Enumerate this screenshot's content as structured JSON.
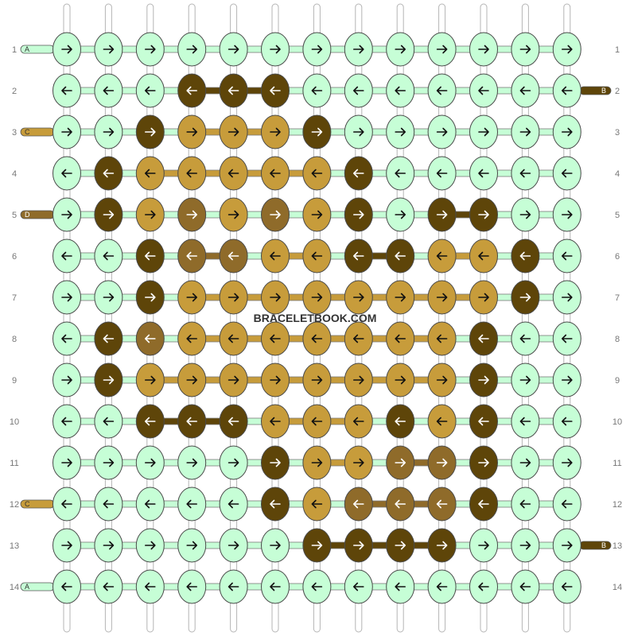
{
  "watermark": "BRACELETBOOK.COM",
  "colors": {
    "A": "#c6fed6",
    "B": "#5e4509",
    "C": "#c79c3b",
    "D": "#8f6b2a"
  },
  "row_labels": [
    "1",
    "2",
    "3",
    "4",
    "5",
    "6",
    "7",
    "8",
    "9",
    "10",
    "11",
    "12",
    "13",
    "14"
  ],
  "strand_ends": [
    {
      "side": "left",
      "row": 1,
      "letter": "A",
      "color": "A"
    },
    {
      "side": "right",
      "row": 2,
      "letter": "B",
      "color": "B"
    },
    {
      "side": "left",
      "row": 3,
      "letter": "C",
      "color": "C"
    },
    {
      "side": "left",
      "row": 5,
      "letter": "D",
      "color": "D"
    },
    {
      "side": "left",
      "row": 12,
      "letter": "C",
      "color": "C"
    },
    {
      "side": "right",
      "row": 13,
      "letter": "B",
      "color": "B"
    },
    {
      "side": "left",
      "row": 14,
      "letter": "A",
      "color": "A"
    }
  ],
  "rows": [
    {
      "dir": "right",
      "knots": "AAAAAAAAAAAAA"
    },
    {
      "dir": "left",
      "knots": "AAABBBAAAAAAA"
    },
    {
      "dir": "right",
      "knots": "AABCCCBAAAAAA"
    },
    {
      "dir": "left",
      "knots": "ABCCCCCBAAAAA"
    },
    {
      "dir": "right",
      "knots": "ABCDCDCBABBAA"
    },
    {
      "dir": "left",
      "knots": "AABDDCCBBCCBA"
    },
    {
      "dir": "right",
      "knots": "AABCCCCCCCCBA"
    },
    {
      "dir": "left",
      "knots": "ABDCCCCCCCBAA"
    },
    {
      "dir": "right",
      "knots": "ABCCCCCCCCBAA"
    },
    {
      "dir": "left",
      "knots": "AABBBCCCBCBAA"
    },
    {
      "dir": "right",
      "knots": "AAAAABCCDDBAA"
    },
    {
      "dir": "left",
      "knots": "AAAAABCDDDBAA"
    },
    {
      "dir": "right",
      "knots": "AAAAAABBBBAAA"
    },
    {
      "dir": "left",
      "knots": "AAAAAAAAAAAAA"
    }
  ]
}
